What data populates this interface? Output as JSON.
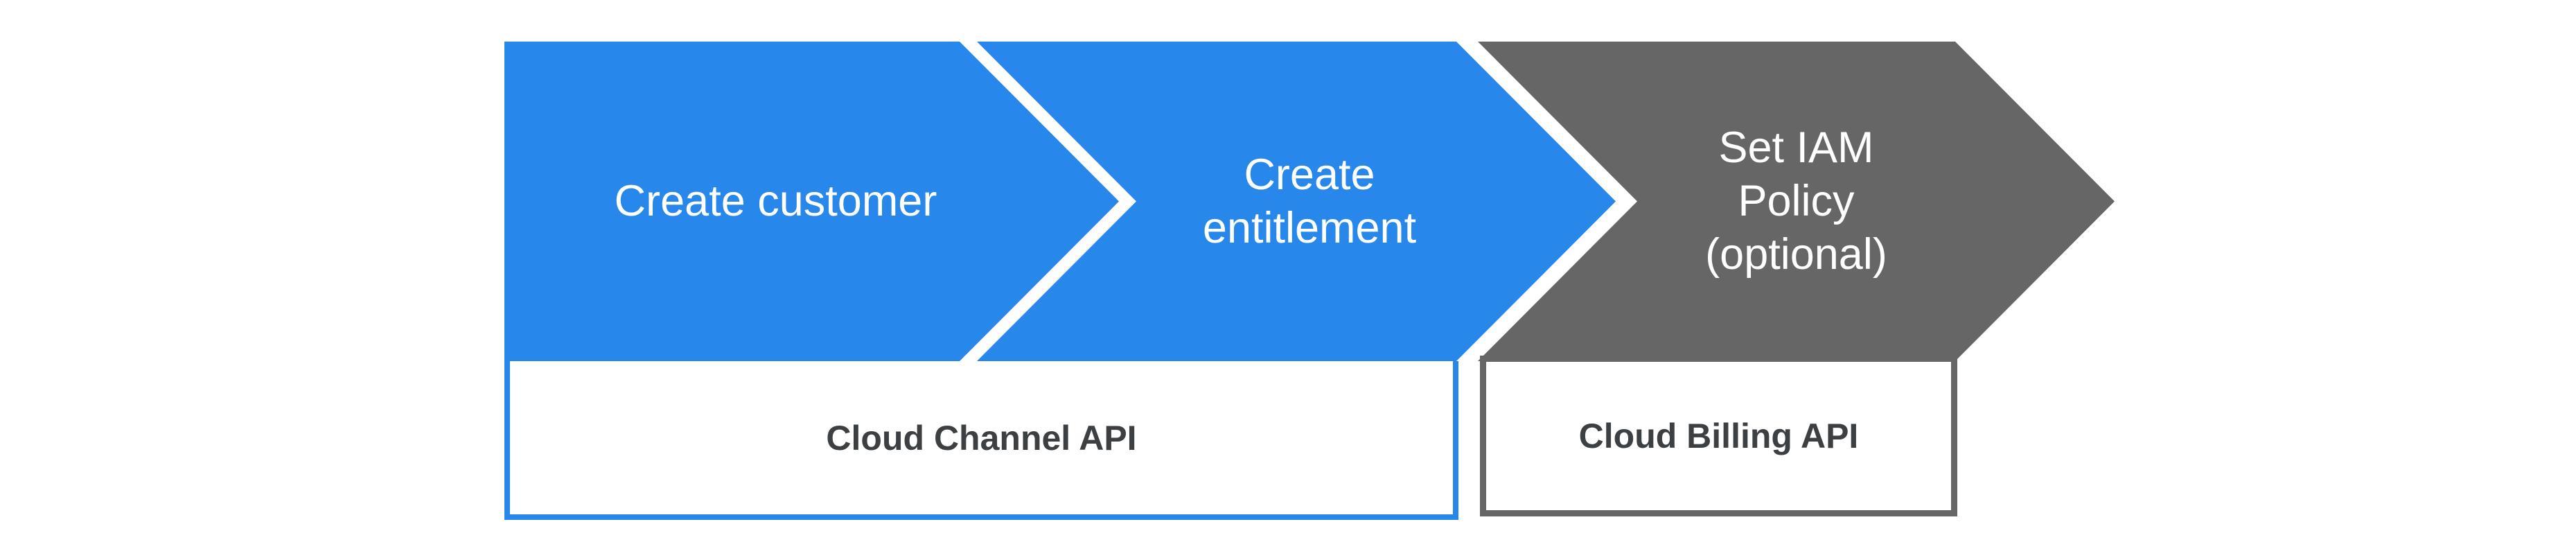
{
  "colors": {
    "background": "#FFFFFF",
    "chevron_blue": "#2787EB",
    "chevron_gray": "#666666",
    "api_box_border_blue": "#2787EB",
    "api_box_border_gray": "#666666",
    "api_label_text": "#3C4043",
    "step_label_text": "#FFFFFF"
  },
  "diagram": {
    "steps": [
      {
        "lines": [
          "Create customer"
        ]
      },
      {
        "lines": [
          "Create",
          "entitlement"
        ]
      },
      {
        "lines": [
          "Set IAM",
          "Policy",
          "(optional)"
        ]
      }
    ],
    "api_labels": [
      {
        "label": "Cloud Channel API"
      },
      {
        "label": "Cloud Billing API"
      }
    ]
  }
}
